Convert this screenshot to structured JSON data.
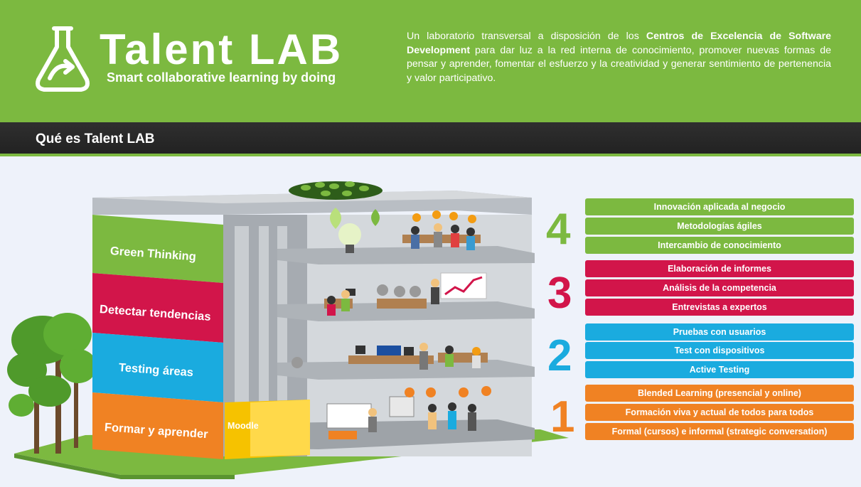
{
  "header": {
    "brand_title": "Talent  LAB",
    "brand_tagline": "Smart collaborative learning by doing",
    "intro_part1": "Un laboratorio transversal a disposición de los ",
    "intro_bold1": "Centros de Excelencia de Software Development",
    "intro_part2": " para dar luz a la red interna de conocimiento, promover nuevas formas de pensar y aprender, fomentar el esfuerzo y la creatividad y generar sentimiento de pertenencia y valor participativo."
  },
  "section": {
    "title": "Qué es Talent LAB"
  },
  "colors": {
    "green": "#7cb940",
    "red": "#d2154a",
    "blue": "#1aabdf",
    "orange": "#f08223",
    "moodle": "#f6c200"
  },
  "building": {
    "floors": [
      {
        "name": "Green Thinking",
        "number": "4"
      },
      {
        "name": "Detectar tendencias",
        "number": "3"
      },
      {
        "name": "Testing áreas",
        "number": "2"
      },
      {
        "name": "Formar y aprender",
        "number": "1"
      }
    ],
    "moodle_label": "Moodle"
  },
  "levels": {
    "level4": {
      "number": "4",
      "items": [
        "Innovación aplicada al negocio",
        "Metodologías ágiles",
        "Intercambio de conocimiento"
      ]
    },
    "level3": {
      "number": "3",
      "items": [
        "Elaboración de informes",
        "Análisis de la competencia",
        "Entrevistas a expertos"
      ]
    },
    "level2": {
      "number": "2",
      "items": [
        "Pruebas con usuarios",
        "Test con dispositivos",
        "Active Testing"
      ]
    },
    "level1": {
      "number": "1",
      "items": [
        "Blended Learning (presencial y online)",
        "Formación viva y actual de todos para todos",
        "Formal (cursos) e informal (strategic conversation)"
      ]
    }
  }
}
